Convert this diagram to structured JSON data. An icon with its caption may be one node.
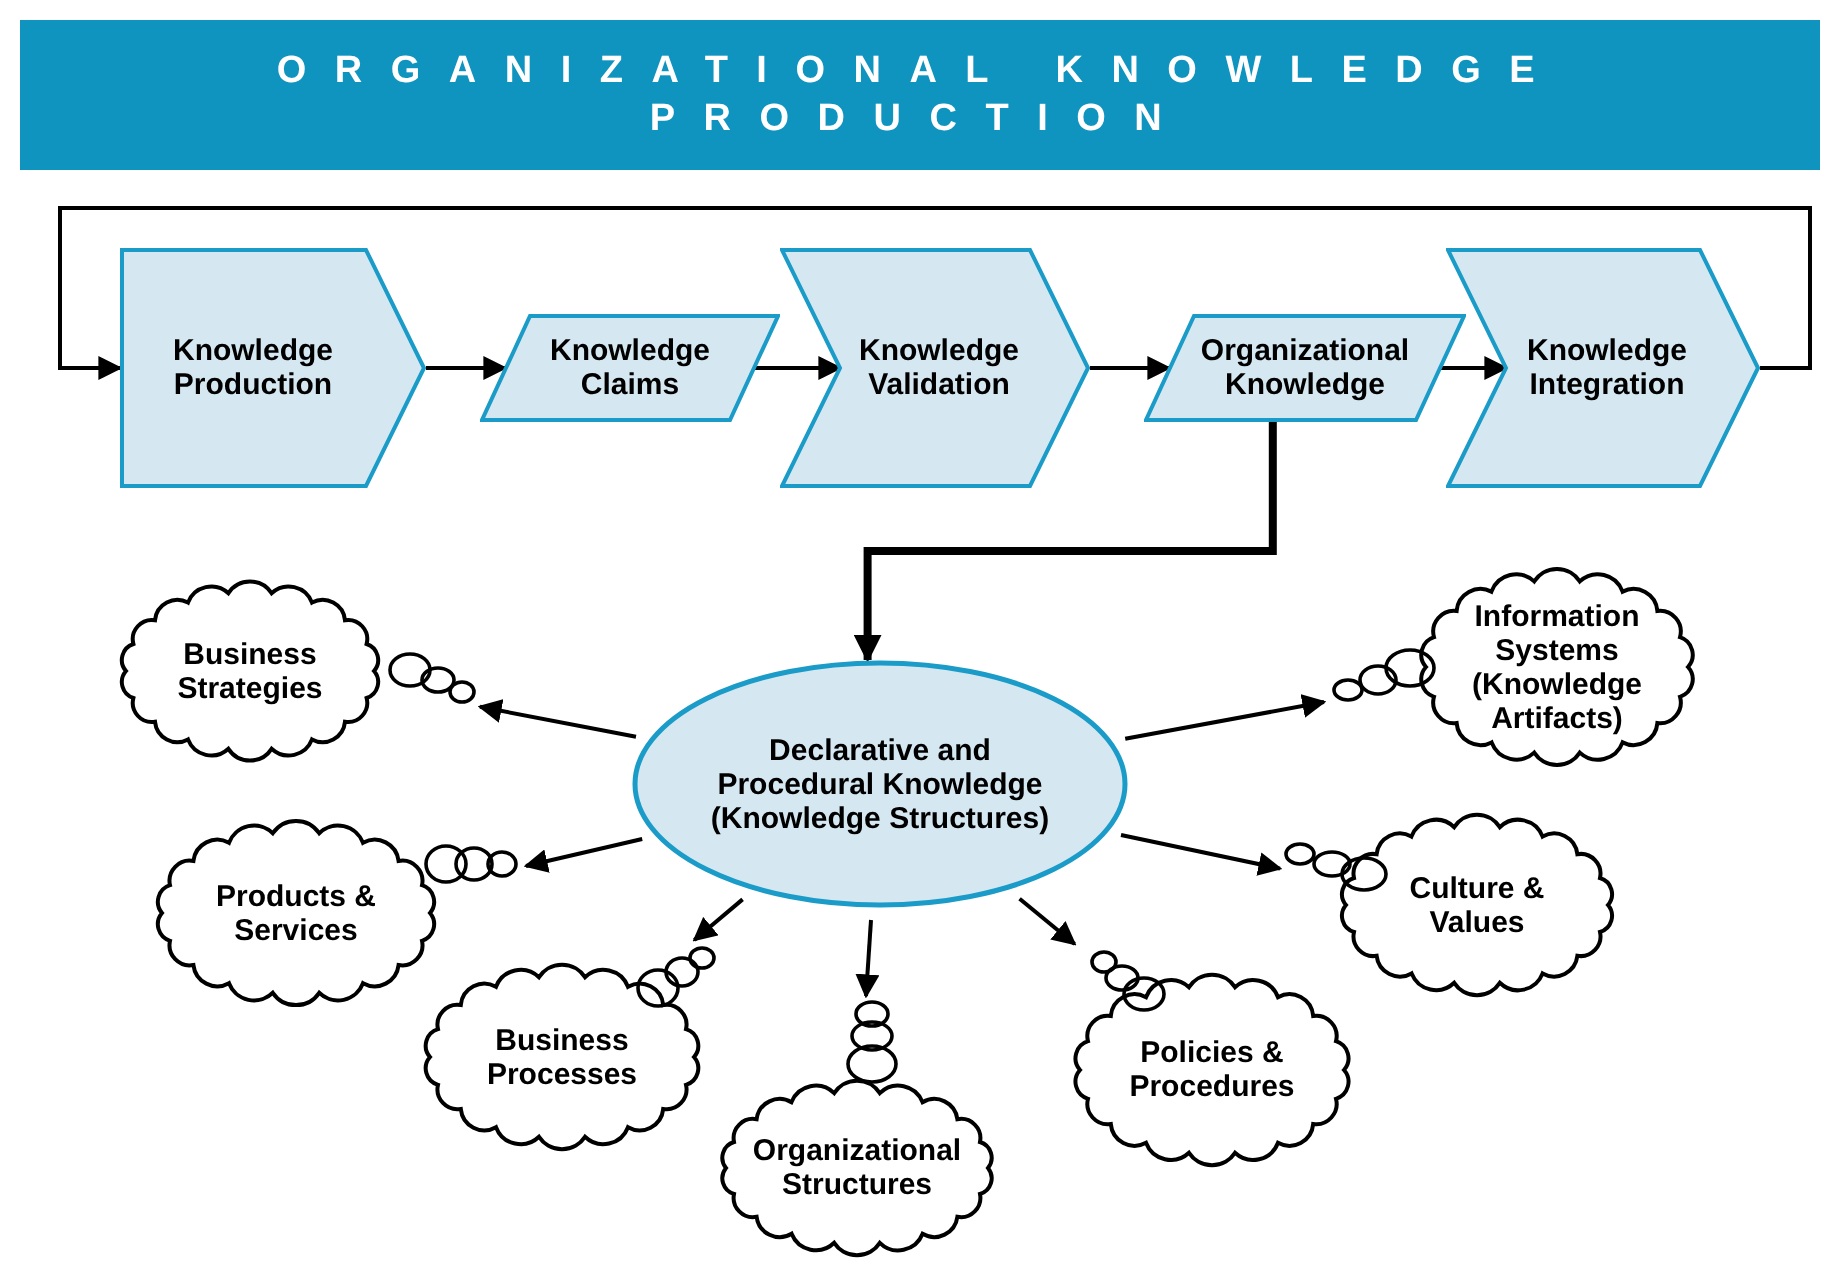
{
  "diagram": {
    "title": "ORGANIZATIONAL KNOWLEDGE PRODUCTION",
    "nodes": [
      {
        "text": [
          "Knowledge Production"
        ]
      },
      {
        "text": [
          "Knowledge Claims"
        ]
      },
      {
        "text": [
          "Knowledge Validation"
        ]
      },
      {
        "text": [
          "Organizational Knowledge"
        ]
      },
      {
        "text": [
          "Knowledge Integration"
        ]
      },
      {
        "text": [
          "Declarative and Procedural Knowledge (Knowledge Structures)"
        ]
      },
      {
        "text": [
          "Business Strategies"
        ]
      },
      {
        "text": [
          "Products & Services"
        ]
      },
      {
        "text": [
          "Business Processes"
        ]
      },
      {
        "text": [
          "Organizational Structures"
        ]
      },
      {
        "text": [
          "Policies & Procedures"
        ]
      },
      {
        "text": [
          "Culture & Values"
        ]
      },
      {
        "text": [
          "Information Systems (Knowledge Artifacts)"
        ]
      }
    ],
    "edges": [
      {
        "from": 0,
        "to": 1,
        "arrow": "to"
      },
      {
        "from": 1,
        "to": 2,
        "arrow": "to"
      },
      {
        "from": 2,
        "to": 3,
        "arrow": "to"
      },
      {
        "from": 3,
        "to": 4,
        "arrow": "to"
      },
      {
        "from": 4,
        "to": 0,
        "arrow": "to"
      },
      {
        "from": 3,
        "to": 5,
        "arrow": "to",
        "style": "thick"
      },
      {
        "from": 5,
        "to": 6,
        "arrow": "to"
      },
      {
        "from": 5,
        "to": 7,
        "arrow": "to"
      },
      {
        "from": 5,
        "to": 8,
        "arrow": "to"
      },
      {
        "from": 5,
        "to": 9,
        "arrow": "to"
      },
      {
        "from": 5,
        "to": 10,
        "arrow": "to"
      },
      {
        "from": 5,
        "to": 11,
        "arrow": "to"
      },
      {
        "from": 5,
        "to": 12,
        "arrow": "to"
      }
    ]
  }
}
